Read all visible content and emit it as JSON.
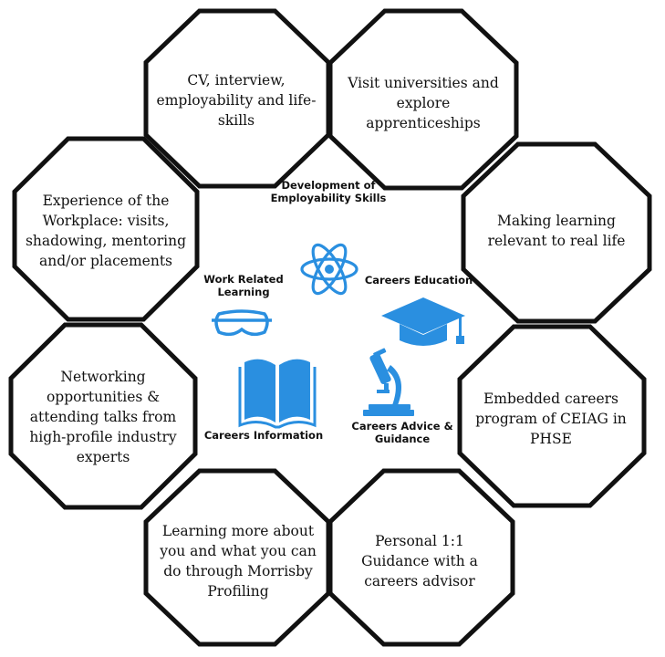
{
  "octagons": [
    {
      "id": "cv",
      "label": "CV, interview, employability and life-skills"
    },
    {
      "id": "universities",
      "label": "Visit universities and explore apprenticeships"
    },
    {
      "id": "workplace",
      "label": "Experience of the Workplace: visits, shadowing, mentoring and/or placements"
    },
    {
      "id": "relevant",
      "label": "Making learning relevant to real life"
    },
    {
      "id": "networking",
      "label": "Networking opportunities & attending talks from high-profile industry experts"
    },
    {
      "id": "embedded",
      "label": "Embedded careers program of CEIAG in PHSE"
    },
    {
      "id": "morrisby",
      "label": "Learning more about you and what you can do through Morrisby Profiling"
    },
    {
      "id": "personal",
      "label": "Personal 1:1 Guidance with a careers advisor"
    }
  ],
  "center": {
    "development": "Development of Employability Skills",
    "work_related": "Work Related Learning",
    "careers_education": "Careers Education",
    "careers_information": "Careers Information",
    "careers_advice": "Careers Advice & Guidance"
  },
  "colors": {
    "icon_blue": "#2a8fe0",
    "outline": "#111111"
  },
  "icons": [
    "atom-icon",
    "goggles-icon",
    "graduation-cap-icon",
    "book-icon",
    "microscope-icon"
  ]
}
